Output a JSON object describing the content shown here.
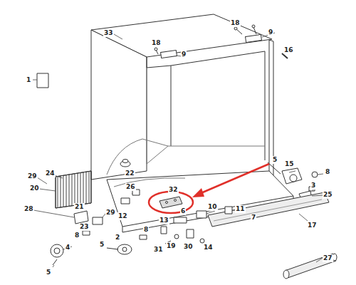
{
  "diagram": {
    "labels": [
      "33",
      "18",
      "9",
      "16",
      "18",
      "9",
      "1",
      "22",
      "5",
      "15",
      "8",
      "3",
      "24",
      "29",
      "20",
      "26",
      "32",
      "25",
      "10",
      "11",
      "7",
      "28",
      "29",
      "21",
      "12",
      "6",
      "17",
      "23",
      "8",
      "8",
      "13",
      "2",
      "19",
      "30",
      "5",
      "4",
      "31",
      "14",
      "27",
      "5"
    ]
  }
}
